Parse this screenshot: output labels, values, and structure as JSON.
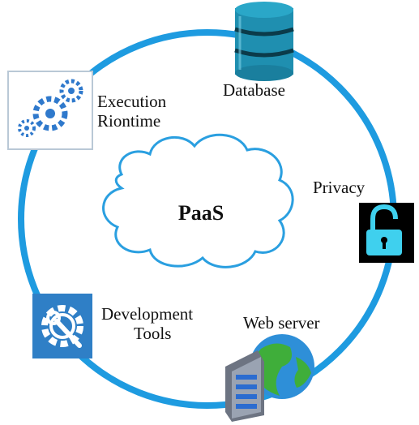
{
  "center": {
    "label": "PaaS"
  },
  "nodes": [
    {
      "id": "database",
      "label": "Database",
      "icon": "database-icon"
    },
    {
      "id": "privacy",
      "label": "Privacy",
      "icon": "unlocked-padlock-icon"
    },
    {
      "id": "web-server",
      "label": "Web server",
      "icon": "server-globe-icon"
    },
    {
      "id": "development-tools",
      "label_lines": [
        "Development",
        "Tools"
      ],
      "icon": "gear-wrench-icon"
    },
    {
      "id": "execution-runtime",
      "label_lines": [
        "Execution",
        "Riontime"
      ],
      "icon": "gears-icon"
    }
  ],
  "colors": {
    "ring": "#1e9be0",
    "cloud_stroke": "#2a9fe0",
    "database_fill": "#1f8fb0",
    "lock_bg": "#000000",
    "lock_color": "#3fd0ee",
    "tools_bg": "#2f7fc6",
    "gears": "#2f79cc"
  }
}
